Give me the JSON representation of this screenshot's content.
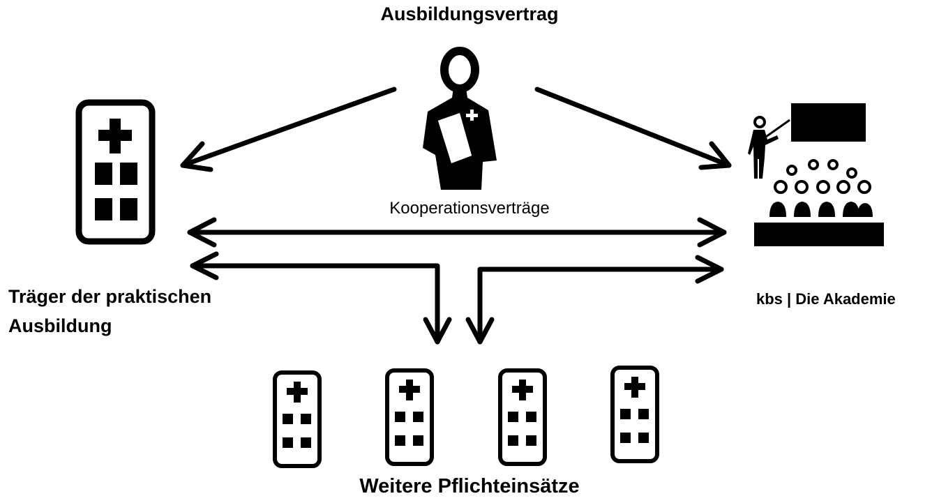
{
  "labels": {
    "title": "Ausbildungsvertrag",
    "cooperation": "Kooperationsverträge",
    "practical_provider_line1": "Träger der praktischen",
    "practical_provider_line2": "Ausbildung",
    "academy": "kbs | Die Akademie",
    "further_placements": "Weitere Pflichteinsätze"
  },
  "icons": {
    "trainee": "nurse-person-icon",
    "provider": "hospital-building-icon",
    "academy": "classroom-lecture-icon",
    "placements": [
      "hospital-building-icon",
      "hospital-building-icon",
      "hospital-building-icon",
      "hospital-building-icon"
    ]
  },
  "colors": {
    "ink": "#000000",
    "background": "#ffffff"
  }
}
